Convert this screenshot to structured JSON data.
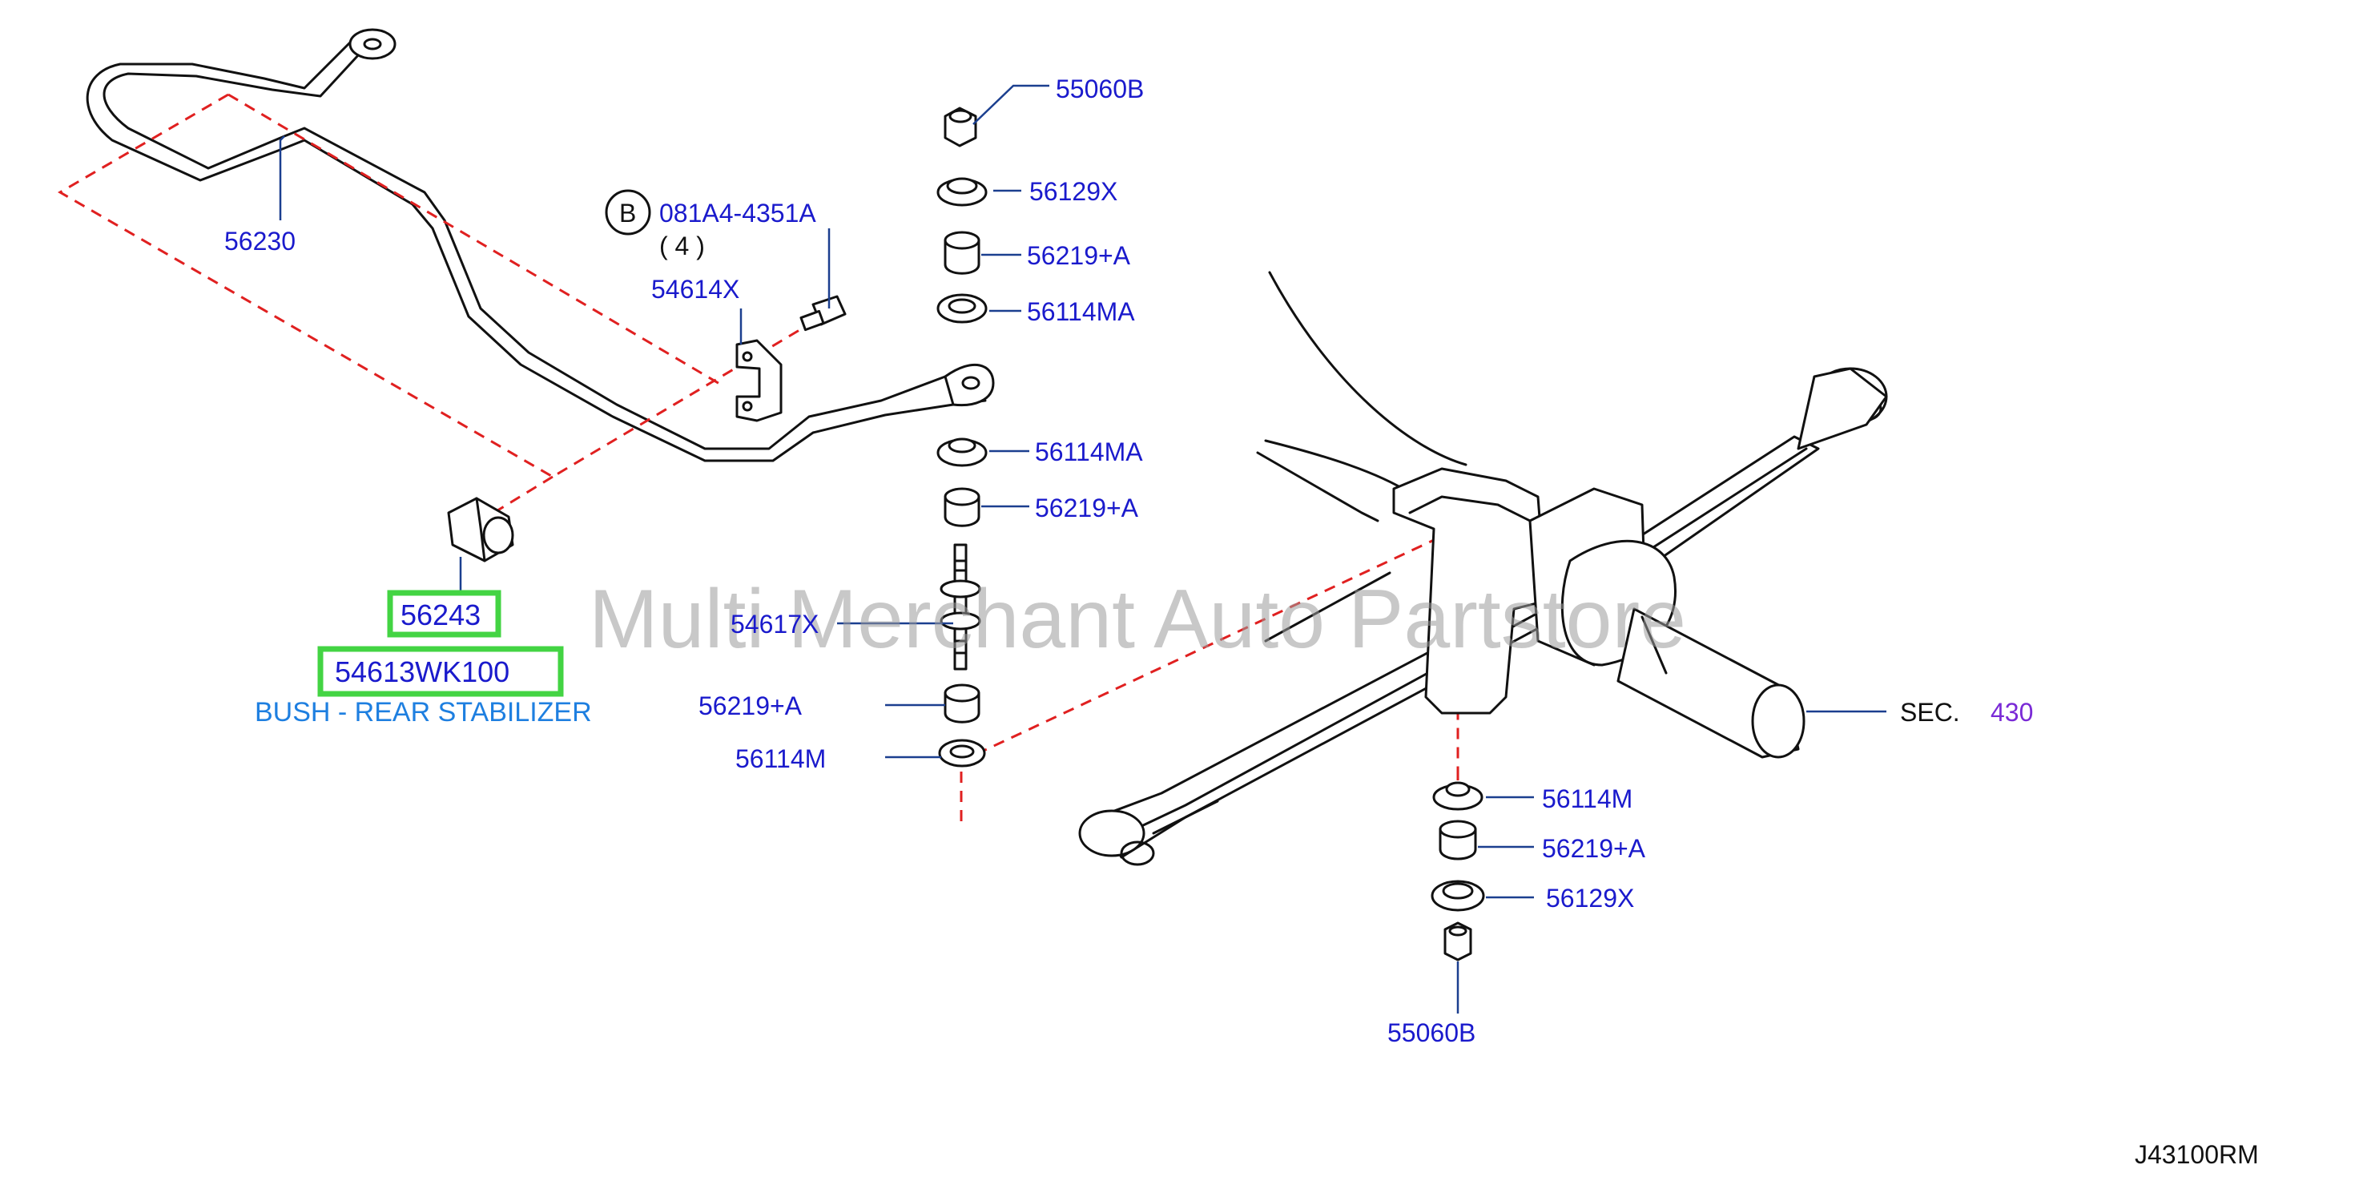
{
  "diagram": {
    "watermark": "Multi Merchant Auto Partstore",
    "diagram_code": "J43100RM",
    "labels": {
      "stabilizer_bar": "56230",
      "bolt_circle": "B",
      "bolt_part": "081A4-4351A",
      "bolt_qty": "( 4 )",
      "clamp": "54614X",
      "bush_part": "56243",
      "bush_oem": "54613WK100",
      "bush_desc": "BUSH - REAR STABILIZER",
      "nut_top": "55060B",
      "washer_top": "56129X",
      "bushing_top_1": "56219+A",
      "retainer_top_1": "56114MA",
      "retainer_top_2": "56114MA",
      "bushing_top_2": "56219+A",
      "link_bolt": "54617X",
      "bushing_mid": "56219+A",
      "retainer_mid": "56114M",
      "retainer_bot": "56114M",
      "bushing_bot": "56219+A",
      "washer_bot": "56129X",
      "nut_bot": "55060B",
      "sec_prefix": "SEC.",
      "sec_number": "430"
    }
  }
}
